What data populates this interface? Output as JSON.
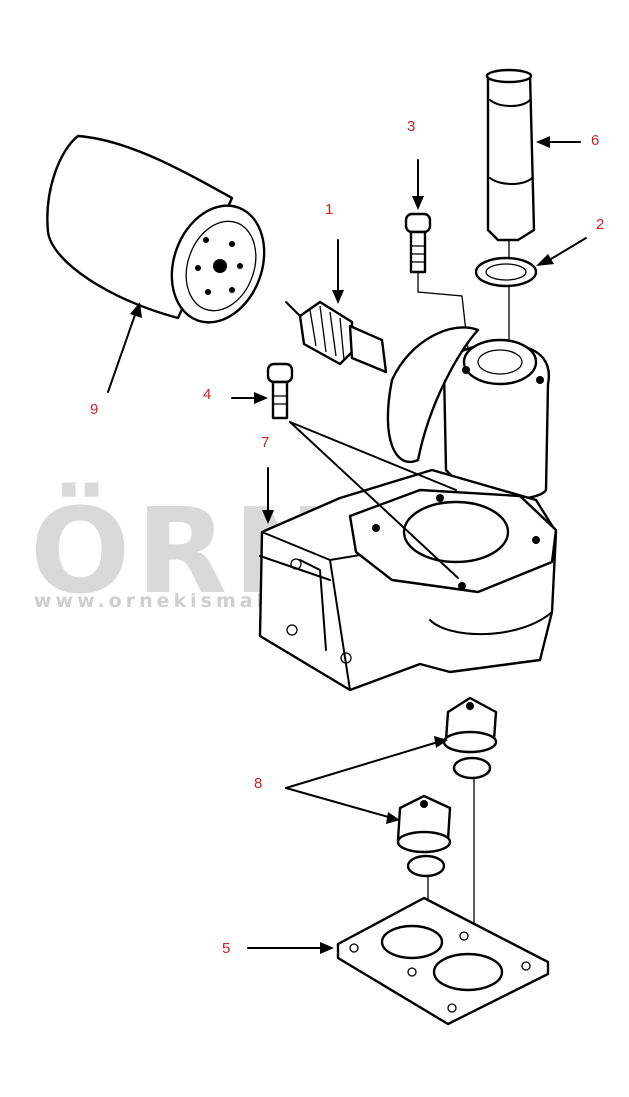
{
  "watermark": {
    "brand": "ÖRNEK",
    "url": "www.ornekismakinalari.com.tr",
    "accent_color": "#f0d060",
    "text_color": "#d9d9d9"
  },
  "labels": {
    "p1": "1",
    "p2": "2",
    "p3": "3",
    "p4": "4",
    "p5": "5",
    "p6": "6",
    "p7": "7",
    "p8": "8",
    "p9": "9"
  },
  "colors": {
    "label": "#cc2222",
    "line": "#000000",
    "background": "#ffffff"
  }
}
